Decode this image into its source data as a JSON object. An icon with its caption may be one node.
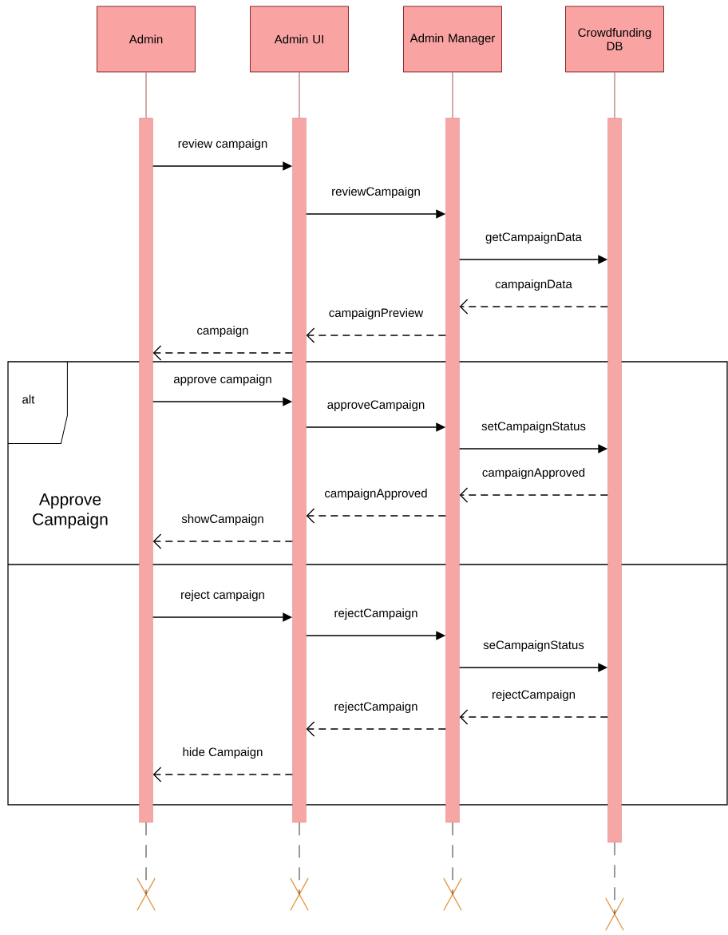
{
  "diagram": {
    "nodes": [
      {
        "text": [
          "Admin"
        ]
      },
      {
        "text": [
          "Admin UI"
        ]
      },
      {
        "text": [
          "Admin Manager"
        ]
      },
      {
        "text": [
          "Crowdfunding DB"
        ]
      },
      {
        "text": [],
        "shape": "bar"
      },
      {
        "text": [],
        "shape": "bar"
      },
      {
        "text": [],
        "shape": "bar"
      },
      {
        "text": [],
        "shape": "bar"
      },
      {
        "text": [
          "alt"
        ]
      },
      {
        "text": [],
        "shape": "cross"
      },
      {
        "text": [],
        "shape": "cross"
      },
      {
        "text": [],
        "shape": "cross"
      },
      {
        "text": [],
        "shape": "cross"
      }
    ],
    "edges": [
      {
        "from": 0,
        "to": 4,
        "arrow": "none",
        "color": "#8e2a2a"
      },
      {
        "from": 1,
        "to": 5,
        "arrow": "none",
        "color": "#8e2a2a"
      },
      {
        "from": 2,
        "to": 6,
        "arrow": "none",
        "color": "#8e2a2a"
      },
      {
        "from": 3,
        "to": 7,
        "arrow": "none",
        "color": "#8e2a2a"
      },
      {
        "from": 4,
        "to": 5,
        "arrow": "to",
        "label": "review campaign"
      },
      {
        "from": 5,
        "to": 6,
        "arrow": "to",
        "label": "reviewCampaign"
      },
      {
        "from": 6,
        "to": 7,
        "arrow": "to",
        "label": "getCampaignData"
      },
      {
        "from": 7,
        "to": 6,
        "arrow": "to",
        "label": "campaignData",
        "style": "dashed"
      },
      {
        "from": 6,
        "to": 5,
        "arrow": "to",
        "label": "campaignPreview",
        "style": "dashed"
      },
      {
        "from": 5,
        "to": 4,
        "arrow": "to",
        "label": "campaign",
        "style": "dashed"
      },
      {
        "from": 4,
        "to": 5,
        "arrow": "to",
        "label": "approve campaign"
      },
      {
        "from": 5,
        "to": 6,
        "arrow": "to",
        "label": "approveCampaign"
      },
      {
        "from": 6,
        "to": 7,
        "arrow": "to",
        "label": "setCampaignStatus"
      },
      {
        "from": 7,
        "to": 6,
        "arrow": "to",
        "label": "campaignApproved",
        "style": "dashed"
      },
      {
        "from": 6,
        "to": 5,
        "arrow": "to",
        "label": "campaignApproved",
        "style": "dashed"
      },
      {
        "from": 5,
        "to": 4,
        "arrow": "to",
        "label": "showCampaign",
        "style": "dashed"
      },
      {
        "from": 4,
        "to": 5,
        "arrow": "to",
        "label": "reject campaign"
      },
      {
        "from": 5,
        "to": 6,
        "arrow": "to",
        "label": "rejectCampaign"
      },
      {
        "from": 6,
        "to": 7,
        "arrow": "to",
        "label": "seCampaignStatus"
      },
      {
        "from": 7,
        "to": 6,
        "arrow": "to",
        "label": "rejectCampaign",
        "style": "dashed"
      },
      {
        "from": 6,
        "to": 5,
        "arrow": "to",
        "label": "rejectCampaign",
        "style": "dashed"
      },
      {
        "from": 5,
        "to": 4,
        "arrow": "to",
        "label": "hide Campaign",
        "style": "dashed"
      },
      {
        "from": 4,
        "to": 9,
        "arrow": "none",
        "style": "dashed"
      },
      {
        "from": 5,
        "to": 10,
        "arrow": "none",
        "style": "dashed"
      },
      {
        "from": 6,
        "to": 11,
        "arrow": "none",
        "style": "dashed"
      },
      {
        "from": 7,
        "to": 12,
        "arrow": "none",
        "style": "dashed"
      }
    ],
    "labels": [
      "Approve Campaign"
    ]
  }
}
